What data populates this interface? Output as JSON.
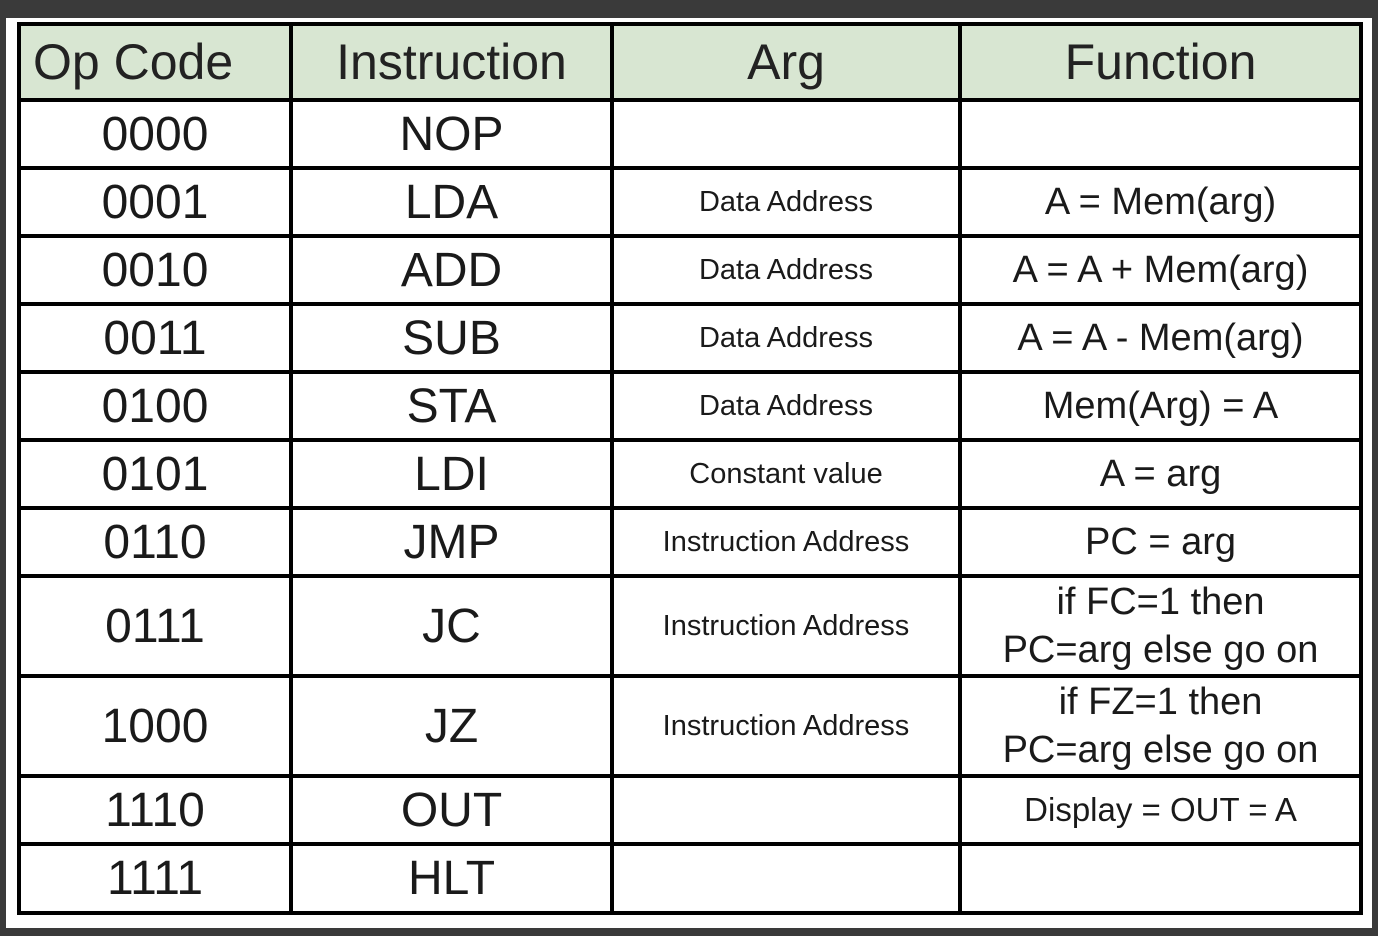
{
  "table": {
    "headers": {
      "opcode": "Op Code",
      "instruction": "Instruction",
      "arg": "Arg",
      "function": "Function"
    },
    "rows": [
      {
        "opcode": "0000",
        "instruction": "NOP",
        "arg": "",
        "function": ""
      },
      {
        "opcode": "0001",
        "instruction": "LDA",
        "arg": "Data Address",
        "function": "A = Mem(arg)"
      },
      {
        "opcode": "0010",
        "instruction": "ADD",
        "arg": "Data Address",
        "function": "A = A + Mem(arg)"
      },
      {
        "opcode": "0011",
        "instruction": "SUB",
        "arg": "Data Address",
        "function": "A = A - Mem(arg)"
      },
      {
        "opcode": "0100",
        "instruction": "STA",
        "arg": "Data Address",
        "function": "Mem(Arg) = A"
      },
      {
        "opcode": "0101",
        "instruction": "LDI",
        "arg": "Constant value",
        "function": "A = arg"
      },
      {
        "opcode": "0110",
        "instruction": "JMP",
        "arg": "Instruction Address",
        "function": "PC = arg"
      },
      {
        "opcode": "0111",
        "instruction": "JC",
        "arg": "Instruction Address",
        "function_line1": "if FC=1 then",
        "function_line2": "PC=arg else go on"
      },
      {
        "opcode": "1000",
        "instruction": "JZ",
        "arg": "Instruction Address",
        "function_line1": "if FZ=1 then",
        "function_line2": "PC=arg else go on"
      },
      {
        "opcode": "1110",
        "instruction": "OUT",
        "arg": "",
        "function": "Display = OUT = A"
      },
      {
        "opcode": "1111",
        "instruction": "HLT",
        "arg": "",
        "function": ""
      }
    ]
  }
}
